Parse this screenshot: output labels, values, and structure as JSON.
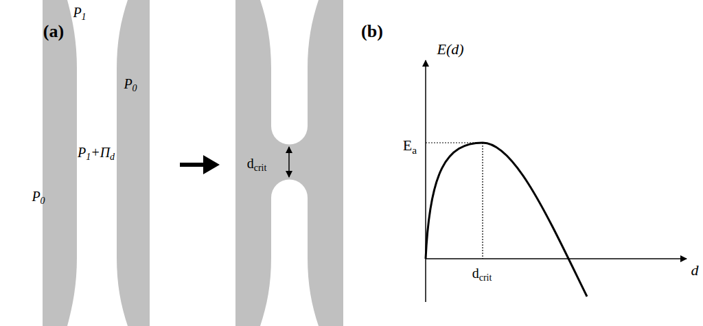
{
  "diagram": {
    "labels": [
      "(a)",
      "P1",
      "P0",
      "P1+Πd",
      "P0",
      "dcrit",
      "(b)",
      "E(d)",
      "Ea",
      "dcrit",
      "d"
    ]
  }
}
